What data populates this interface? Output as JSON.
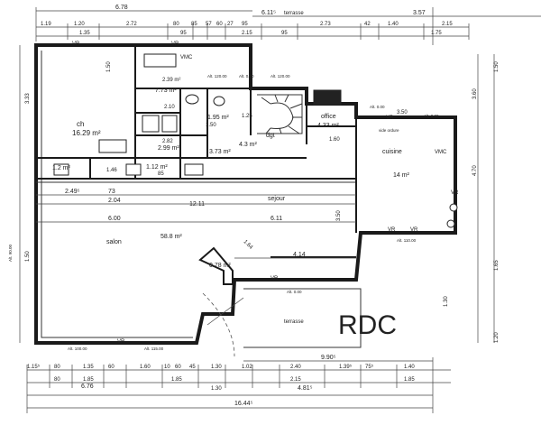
{
  "plan": {
    "level_label": "RDC",
    "rooms": [
      {
        "key": "ch",
        "name": "ch",
        "area": "16.29 m²"
      },
      {
        "key": "bath",
        "name": "",
        "area": "7.73 m²"
      },
      {
        "key": "wc1",
        "name": "",
        "area": "2.39 m²"
      },
      {
        "key": "wc2",
        "name": "",
        "area": "2.10"
      },
      {
        "key": "sdb",
        "name": "",
        "area": "2.99 m²"
      },
      {
        "key": "small1",
        "name": "",
        "area": "1.2 m²"
      },
      {
        "key": "small2",
        "name": "",
        "area": "1.12 m²"
      },
      {
        "key": "dgt",
        "name": "dgt",
        "area": "4.3 m²"
      },
      {
        "key": "cl1",
        "name": "",
        "area": "1.95 m²"
      },
      {
        "key": "cl2",
        "name": "",
        "area": "3.73 m²"
      },
      {
        "key": "office",
        "name": "office",
        "area": "4.33 m²"
      },
      {
        "key": "cuisine",
        "name": "cuisine",
        "area": "14 m²"
      },
      {
        "key": "sejour",
        "name": "sejour",
        "area": ""
      },
      {
        "key": "salon",
        "name": "salon",
        "area": "58.8 m²"
      },
      {
        "key": "porch",
        "name": "",
        "area": "0.78 m²"
      }
    ],
    "exterior": {
      "terrasse_top": "terrasse",
      "terrasse_bottom": "terrasse",
      "vide_ordure": "vide ordure"
    },
    "vr_marks": [
      "VR",
      "VR",
      "VR",
      "VR",
      "VR",
      "VR",
      "VR",
      "VR"
    ],
    "vmc_marks": [
      "VMC",
      "VMC"
    ],
    "alt_marks": [
      "Alt. 100.00",
      "Alt. 115.00",
      "Alt. 0.00",
      "Alt. 0.00",
      "Alt. 0.00",
      "Alt. 110.00",
      "Alt. 120.00",
      "Alt. 0.00",
      "Alt. 90.00",
      "Alt. 120.00"
    ],
    "inner_dims": [
      "2.49⁵",
      "73",
      "2.04",
      "12.11",
      "6.00",
      "6.11",
      "1.46",
      "85",
      "2.82",
      "1.50",
      "4.14",
      "1.64",
      "1.25",
      "1.60",
      "3.50",
      "3.50"
    ],
    "top_dims": {
      "overall": "6.78",
      "right_overall": "6.11⁵",
      "right_end": "3.57",
      "row1": [
        "1.19",
        "1.20",
        "2.72",
        "80",
        "85",
        "57",
        "60",
        "27",
        "95",
        "2.73",
        "42",
        "1.40",
        "2.15"
      ],
      "row2": [
        "1.35",
        "95",
        "2.15",
        "95",
        "1.75"
      ]
    },
    "bottom_dims": {
      "row1": [
        "1.15⁵",
        "80",
        "1.35",
        "60",
        "1.60",
        "10",
        "60",
        "45",
        "1.30",
        "1.02",
        "2.40",
        "1.39⁵",
        "75⁵",
        "1.40"
      ],
      "row2": [
        "80",
        "1.85",
        "1.85",
        "1.30",
        "2.15",
        "1.85"
      ],
      "subtotal": "6.76",
      "partial": "4.81⁵",
      "right_total": "9.90⁵",
      "total": "16.44⁵"
    },
    "left_dims": [
      "3.33",
      "1.50",
      "1.50"
    ],
    "right_dims": [
      "1.50",
      "3.60",
      "4.70",
      "1.65",
      "1.30",
      "1.20"
    ]
  }
}
